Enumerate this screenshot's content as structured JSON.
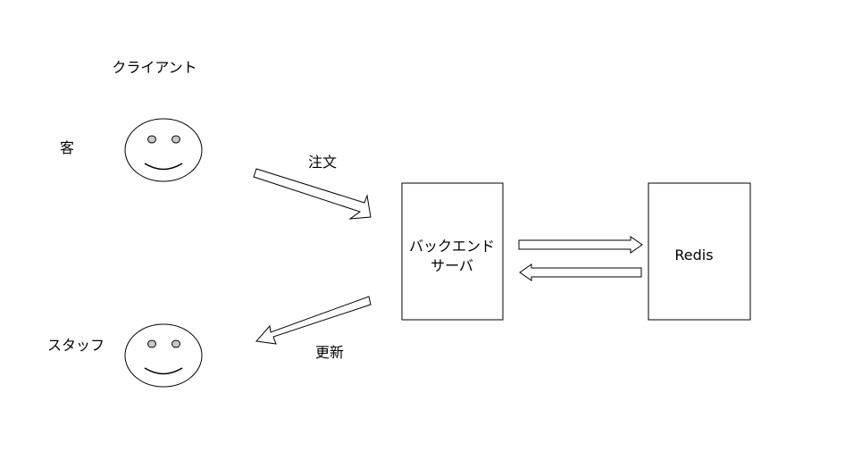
{
  "diagram": {
    "client_group_label": "クライアント",
    "actors": {
      "customer": {
        "label": "客"
      },
      "staff": {
        "label": "スタッフ"
      }
    },
    "arrows": {
      "order": {
        "label": "注文",
        "from": "customer",
        "to": "backend"
      },
      "update": {
        "label": "更新",
        "from": "backend",
        "to": "staff"
      },
      "to_redis": {
        "from": "backend",
        "to": "redis"
      },
      "from_redis": {
        "from": "redis",
        "to": "backend"
      }
    },
    "nodes": {
      "backend": {
        "label_lines": [
          "バックエンド",
          "サーバ"
        ]
      },
      "redis": {
        "label": "Redis"
      }
    },
    "colors": {
      "stroke": "#000000",
      "fill": "#ffffff",
      "eye": "#c8c8c8"
    }
  }
}
